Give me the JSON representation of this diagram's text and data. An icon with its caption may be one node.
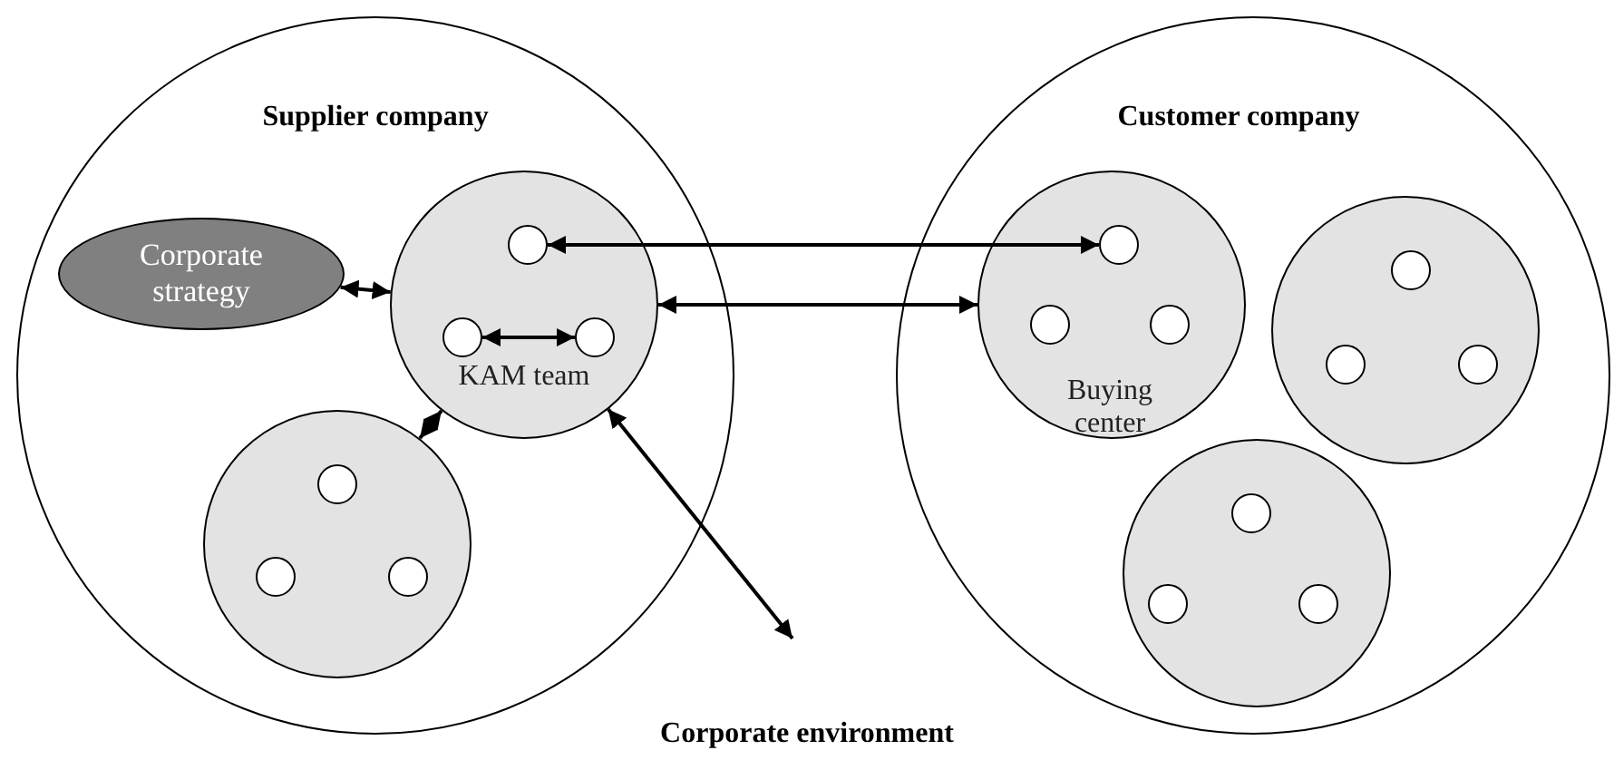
{
  "diagram": {
    "nodes": [
      {
        "text": [
          "Supplier company"
        ]
      },
      {
        "text": [
          "Corporate strategy"
        ],
        "in": 0
      },
      {
        "text": [
          "KAM team"
        ],
        "in": 0
      },
      {
        "text": [],
        "shape": "circle",
        "in": 2
      },
      {
        "text": [],
        "shape": "circle",
        "in": 2
      },
      {
        "text": [],
        "shape": "circle",
        "in": 2
      },
      {
        "text": [],
        "shape": "circle",
        "in": 0
      },
      {
        "text": [],
        "shape": "circle",
        "in": 6
      },
      {
        "text": [],
        "shape": "circle",
        "in": 6
      },
      {
        "text": [],
        "shape": "circle",
        "in": 6
      },
      {
        "text": [
          "Customer company"
        ]
      },
      {
        "text": [
          "Buying center"
        ],
        "in": 10
      },
      {
        "text": [],
        "shape": "circle",
        "in": 11
      },
      {
        "text": [],
        "shape": "circle",
        "in": 11
      },
      {
        "text": [],
        "shape": "circle",
        "in": 11
      },
      {
        "text": [],
        "shape": "circle",
        "in": 10
      },
      {
        "text": [],
        "shape": "circle",
        "in": 15
      },
      {
        "text": [],
        "shape": "circle",
        "in": 15
      },
      {
        "text": [],
        "shape": "circle",
        "in": 15
      },
      {
        "text": [],
        "shape": "circle",
        "in": 10
      },
      {
        "text": [],
        "shape": "circle",
        "in": 19
      },
      {
        "text": [],
        "shape": "circle",
        "in": 19
      },
      {
        "text": [],
        "shape": "circle",
        "in": 19
      }
    ],
    "edges": [
      {
        "from": 1,
        "to": 2,
        "arrow": "both"
      },
      {
        "from": 3,
        "to": 12,
        "arrow": "both"
      },
      {
        "from": 4,
        "to": 5,
        "arrow": "both"
      },
      {
        "from": 2,
        "to": 11,
        "arrow": "both"
      },
      {
        "from": 2,
        "to": 6,
        "arrow": "both"
      },
      {
        "from": 2,
        "to": null,
        "arrow": "both"
      }
    ],
    "labels": [
      "Corporate environment"
    ]
  }
}
